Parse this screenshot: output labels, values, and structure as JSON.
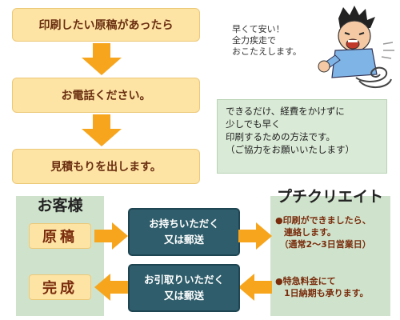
{
  "flow": {
    "step1": "印刷したい原稿があったら",
    "step2": "お電話ください。",
    "step3": "見積もりを出します。"
  },
  "speech": "早くて安い！\n全力疾走で\nおこたえします。",
  "note": "できるだけ、経費をかけずに\n少しでも早く\n印刷するための方法です。\n（ご協力をお願いいたします）",
  "customer": {
    "title": "お客様",
    "manuscript": "原稿",
    "finished": "完成"
  },
  "company": {
    "title": "プチクリエイト",
    "info1": "●印刷ができましたら、\n　連絡します。\n　（通常2〜3日営業日）",
    "info2": "●特急料金にて\n　1日納期も承ります。"
  },
  "actions": {
    "bring": "お持ちいただく\n又は郵送",
    "pickup": "お引取りいただく\n又は郵送"
  },
  "colors": {
    "accent_orange": "#f7a51c",
    "box_peach": "#fde3a4",
    "panel_green": "#cfe3cc",
    "teal": "#2f5d6b"
  },
  "icons": [
    "arrow-down-icon",
    "arrow-right-icon",
    "arrow-left-icon",
    "running-man-illustration"
  ]
}
